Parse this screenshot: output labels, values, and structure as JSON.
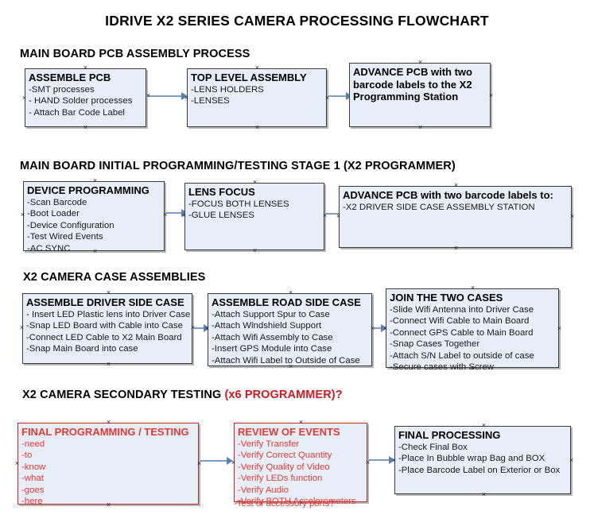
{
  "document": {
    "title": "IDRIVE X2  SERIES CAMERA PROCESSING FLOWCHART"
  },
  "colors": {
    "box_fill": "#e8eef8",
    "box_border": "#3c3c3c",
    "red_accent": "#d01921",
    "red_text": "#e03a33",
    "connector": "#7d9ec0",
    "arrow": "#5b7fb4"
  },
  "sections": [
    {
      "id": "main-board-pcb-assembly",
      "title": "MAIN BOARD PCB ASSEMBLY PROCESS",
      "title_accent": "",
      "boxes": [
        {
          "id": "assemble-pcb",
          "head": "ASSEMBLE PCB",
          "lines": [
            "-SMT processes",
            "- HAND Solder processes",
            "- Attach Bar Code Label"
          ],
          "style": "blue"
        },
        {
          "id": "top-level-assembly",
          "head": "TOP LEVEL ASSEMBLY",
          "lines": [
            "-LENS HOLDERS",
            "-LENSES"
          ],
          "style": "blue"
        },
        {
          "id": "advance-pcb-programming-station",
          "head": "ADVANCE PCB with two barcode labels to the  X2 Programming Station",
          "lines": [],
          "style": "blue"
        }
      ]
    },
    {
      "id": "main-board-initial-programming",
      "title": "MAIN BOARD INITIAL PROGRAMMING/TESTING STAGE 1 (X2 PROGRAMMER)",
      "title_accent": "",
      "boxes": [
        {
          "id": "device-programming",
          "head": "DEVICE PROGRAMMING",
          "lines": [
            "-Scan Barcode",
            "-Boot Loader",
            "-Device Configuration",
            "-Test Wired Events",
            "-AC SYNC"
          ],
          "style": "blue"
        },
        {
          "id": "lens-focus",
          "head": "LENS FOCUS",
          "lines": [
            "-FOCUS BOTH LENSES",
            "-GLUE LENSES"
          ],
          "style": "blue"
        },
        {
          "id": "advance-pcb-driver-side-case",
          "head": "ADVANCE PCB with two barcode labels to:",
          "lines": [
            "-X2 DRIVER  SIDE  CASE  ASSEMBLY STATION"
          ],
          "style": "blue"
        }
      ]
    },
    {
      "id": "x2-camera-case-assemblies",
      "title": "X2 CAMERA CASE ASSEMBLIES",
      "title_accent": "",
      "boxes": [
        {
          "id": "assemble-driver-side-case",
          "head": "ASSEMBLE DRIVER SIDE CASE",
          "lines": [
            "- Insert LED Plastic lens into Driver Case",
            "-Snap LED Board with Cable into Case",
            "-Connect LED Cable to X2 Main Board",
            "-Snap Main Board into case"
          ],
          "style": "blue"
        },
        {
          "id": "assemble-road-side-case",
          "head": "ASSEMBLE ROAD SIDE CASE",
          "lines": [
            "-Attach Support Spur to Case",
            "-Attach Windshield Support",
            "-Attach Wifi Assembly to Case",
            "-Insert GPS Module into Case",
            "-Attach Wifi Label to Outside of Case"
          ],
          "style": "blue"
        },
        {
          "id": "join-the-two-cases",
          "head": "JOIN THE TWO CASES",
          "lines": [
            "-Slide Wifi Antenna into Driver Case",
            "-Connect Wifi Cable to Main Board",
            "-Connect GPS Cable to Main Board",
            "-Snap Cases Together",
            "-Attach S/N Label to outside of case",
            "-Secure cases with Screw"
          ],
          "style": "blue"
        }
      ]
    },
    {
      "id": "x2-camera-secondary-testing",
      "title": "X2 CAMERA SECONDARY TESTING ",
      "title_accent": "(x6 PROGRAMMER)?",
      "boxes": [
        {
          "id": "final-programming-testing",
          "head": "FINAL PROGRAMMING / TESTING",
          "lines": [
            "-need",
            "-to",
            "-know",
            "-what",
            "-goes",
            "-here"
          ],
          "style": "red"
        },
        {
          "id": "review-of-events",
          "head": "REVIEW OF EVENTS",
          "lines": [
            "-Verify Transfer",
            "-Verify Correct Quantity",
            "-Verify Quality of Video",
            "-Verify LEDs function",
            "-Verify Audio",
            "-Verify BOTH Accelerometers"
          ],
          "overflow_line": "-Test of accessory ports?",
          "style": "red"
        },
        {
          "id": "final-processing",
          "head": "FINAL PROCESSING",
          "lines": [
            "-Check Final Box",
            "-Place In Bubble wrap Bag and BOX",
            "-Place Barcode Label on Exterior or Box"
          ],
          "style": "blue"
        }
      ]
    }
  ]
}
